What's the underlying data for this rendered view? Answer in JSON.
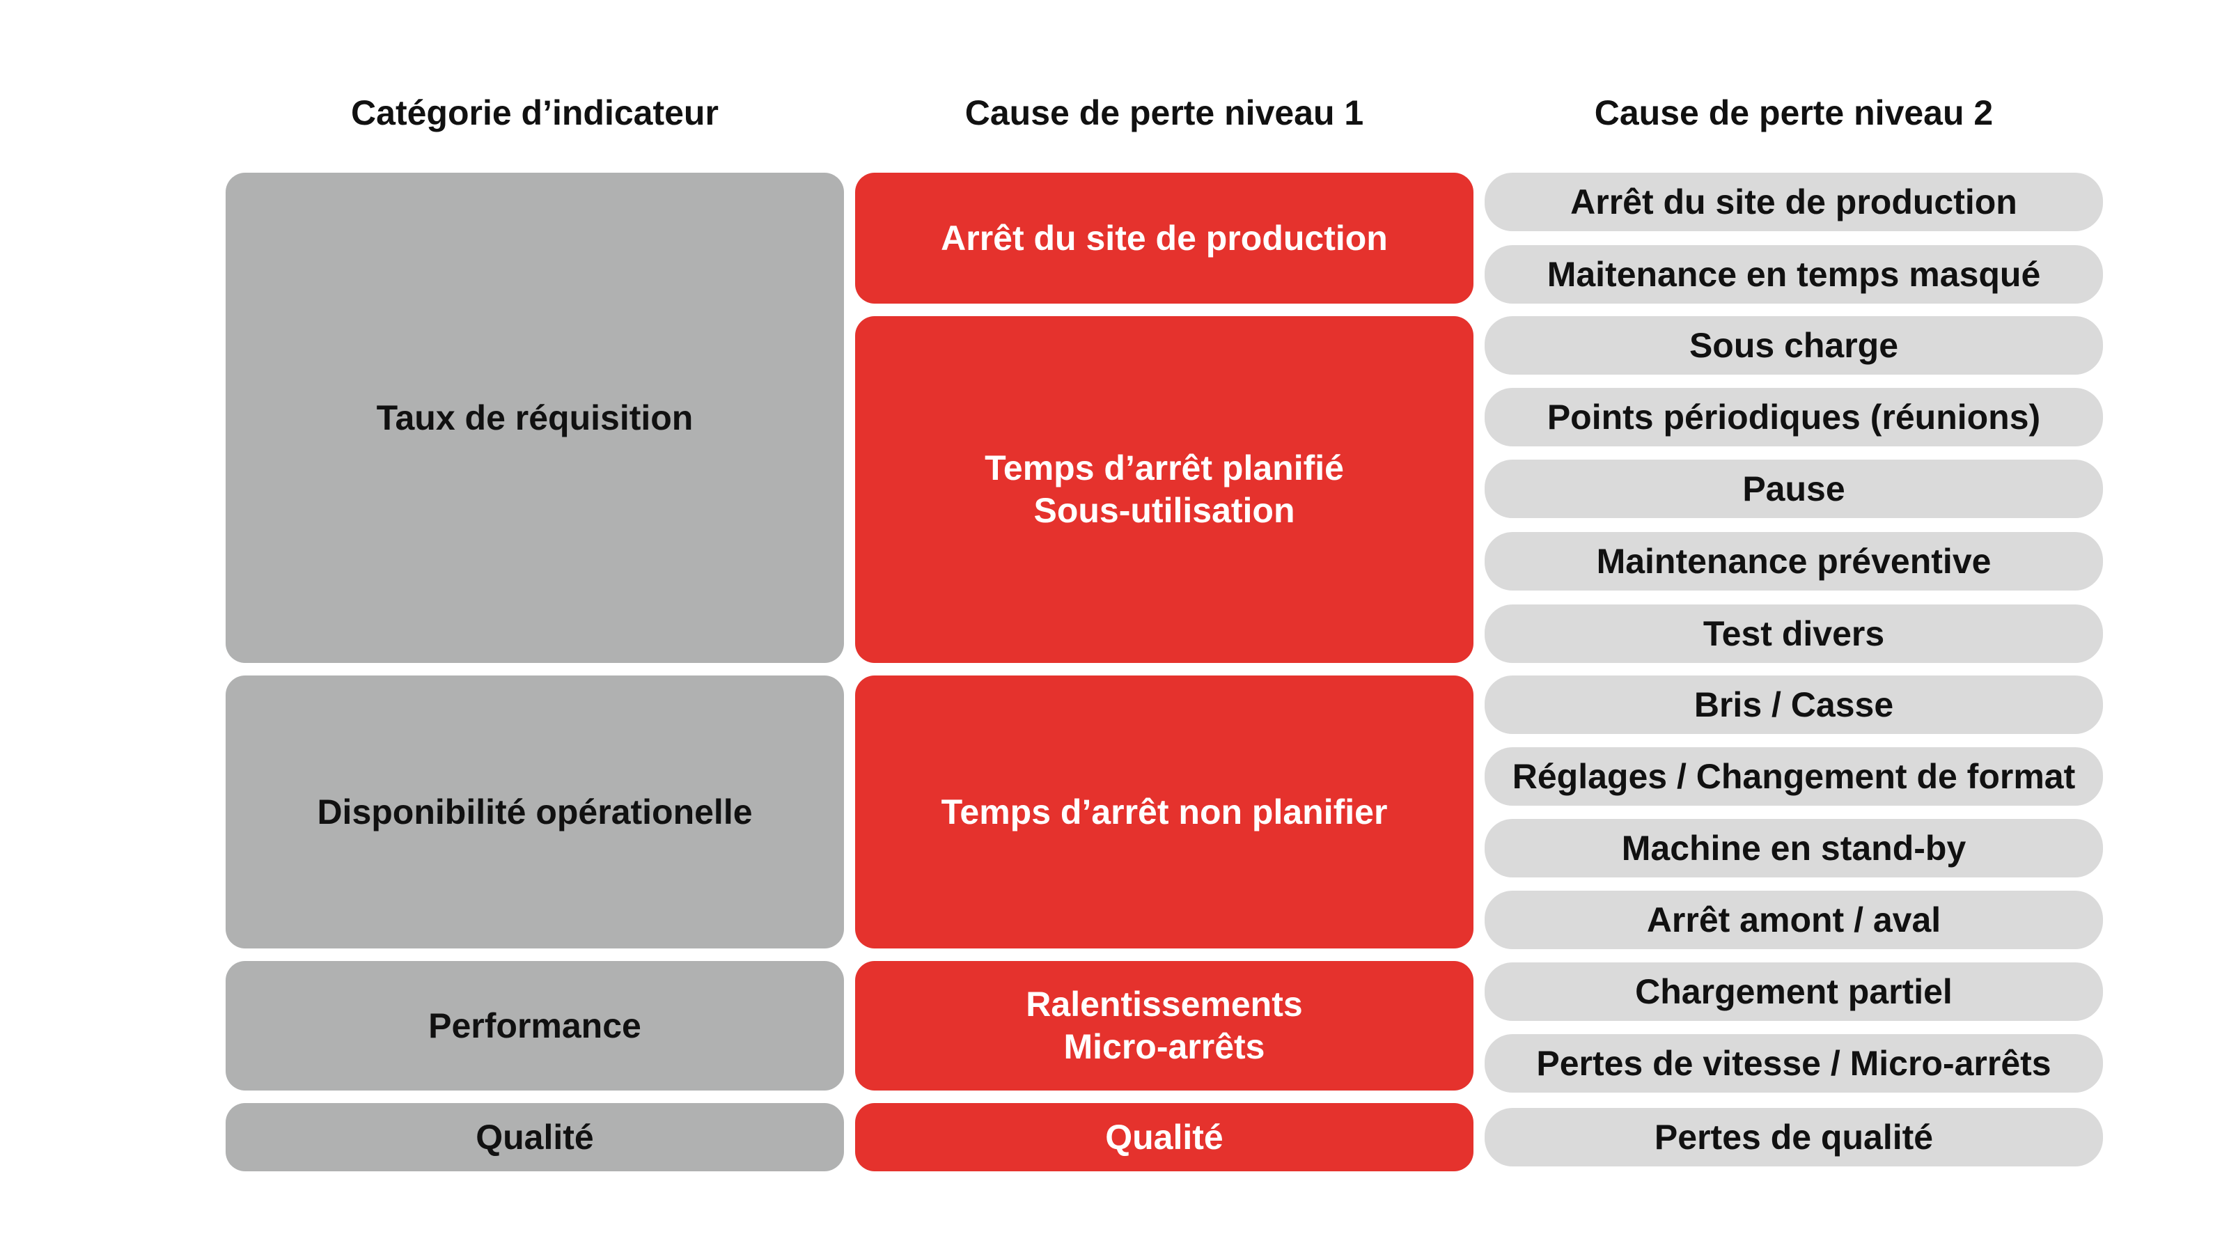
{
  "headers": {
    "category": "Catégorie d’indicateur",
    "level1": "Cause de perte niveau 1",
    "level2": "Cause de perte niveau 2"
  },
  "categories": [
    {
      "label": "Taux de réquisition"
    },
    {
      "label": "Disponibilité opérationelle"
    },
    {
      "label": "Performance"
    },
    {
      "label": "Qualité"
    }
  ],
  "level1": [
    {
      "lines": [
        "Arrêt du site de production"
      ]
    },
    {
      "lines": [
        "Temps d’arrêt planifié",
        "Sous-utilisation"
      ]
    },
    {
      "lines": [
        "Temps d’arrêt non planifier"
      ]
    },
    {
      "lines": [
        "Ralentissements",
        "Micro-arrêts"
      ]
    },
    {
      "lines": [
        "Qualité"
      ]
    }
  ],
  "level2": [
    {
      "label": "Arrêt du site de production"
    },
    {
      "label": "Maitenance en temps masqué"
    },
    {
      "label": "Sous charge"
    },
    {
      "label": "Points périodiques (réunions)"
    },
    {
      "label": "Pause"
    },
    {
      "label": "Maintenance préventive"
    },
    {
      "label": "Test divers"
    },
    {
      "label": "Bris / Casse"
    },
    {
      "label": "Réglages / Changement de format"
    },
    {
      "label": "Machine en stand-by"
    },
    {
      "label": "Arrêt amont / aval"
    },
    {
      "label": "Chargement partiel"
    },
    {
      "label": "Pertes de vitesse / Micro-arrêts"
    },
    {
      "label": "Pertes de qualité"
    }
  ],
  "colors": {
    "category_fill": "#b0b1b1",
    "level1_fill": "#e5322d",
    "level2_fill": "#dadada"
  }
}
